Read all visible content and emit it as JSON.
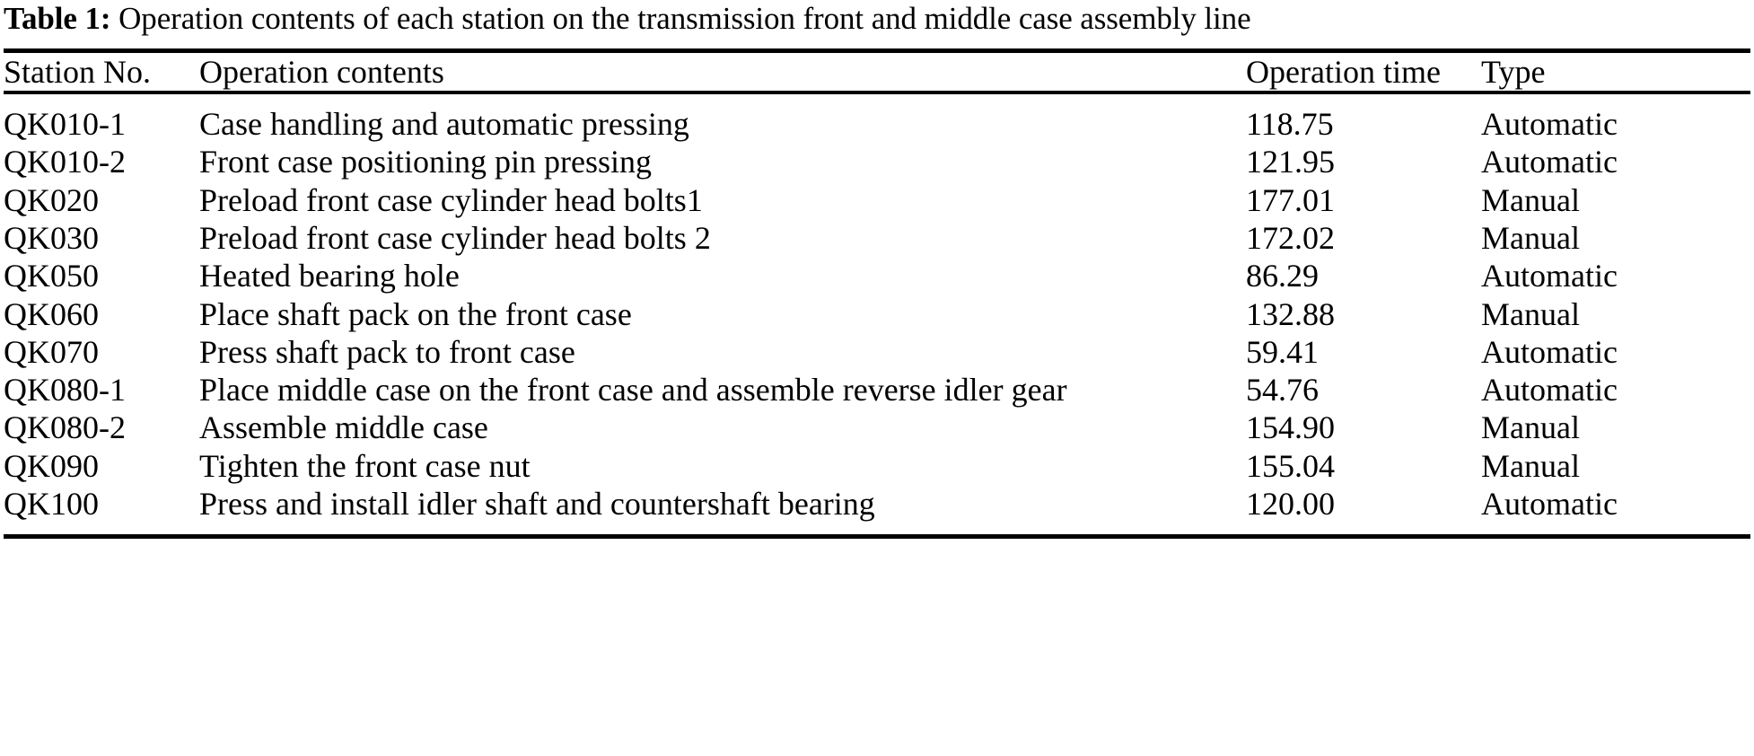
{
  "caption": {
    "label": "Table 1:",
    "text": "Operation contents of each station on the transmission front and middle case assembly line"
  },
  "table": {
    "columns": [
      {
        "key": "station",
        "header": "Station No."
      },
      {
        "key": "contents",
        "header": "Operation contents"
      },
      {
        "key": "time",
        "header": "Operation time"
      },
      {
        "key": "type",
        "header": "Type"
      }
    ],
    "rows": [
      {
        "station": "QK010-1",
        "contents": "Case handling and automatic pressing",
        "time": "118.75",
        "type": "Automatic"
      },
      {
        "station": "QK010-2",
        "contents": "Front case positioning pin pressing",
        "time": "121.95",
        "type": "Automatic"
      },
      {
        "station": "QK020",
        "contents": "Preload front case cylinder head bolts1",
        "time": "177.01",
        "type": "Manual"
      },
      {
        "station": "QK030",
        "contents": "Preload front case cylinder head bolts 2",
        "time": "172.02",
        "type": "Manual"
      },
      {
        "station": "QK050",
        "contents": "Heated bearing hole",
        "time": "86.29",
        "type": "Automatic"
      },
      {
        "station": "QK060",
        "contents": "Place shaft pack on the front case",
        "time": "132.88",
        "type": "Manual"
      },
      {
        "station": "QK070",
        "contents": "Press shaft pack to front case",
        "time": "59.41",
        "type": "Automatic"
      },
      {
        "station": "QK080-1",
        "contents": "Place middle case on the front case and assemble reverse idler gear",
        "time": "54.76",
        "type": "Automatic"
      },
      {
        "station": "QK080-2",
        "contents": "Assemble middle case",
        "time": "154.90",
        "type": "Manual"
      },
      {
        "station": "QK090",
        "contents": "Tighten the front case nut",
        "time": "155.04",
        "type": "Manual"
      },
      {
        "station": "QK100",
        "contents": "Press and install idler shaft and countershaft bearing",
        "time": "120.00",
        "type": "Automatic"
      }
    ]
  }
}
